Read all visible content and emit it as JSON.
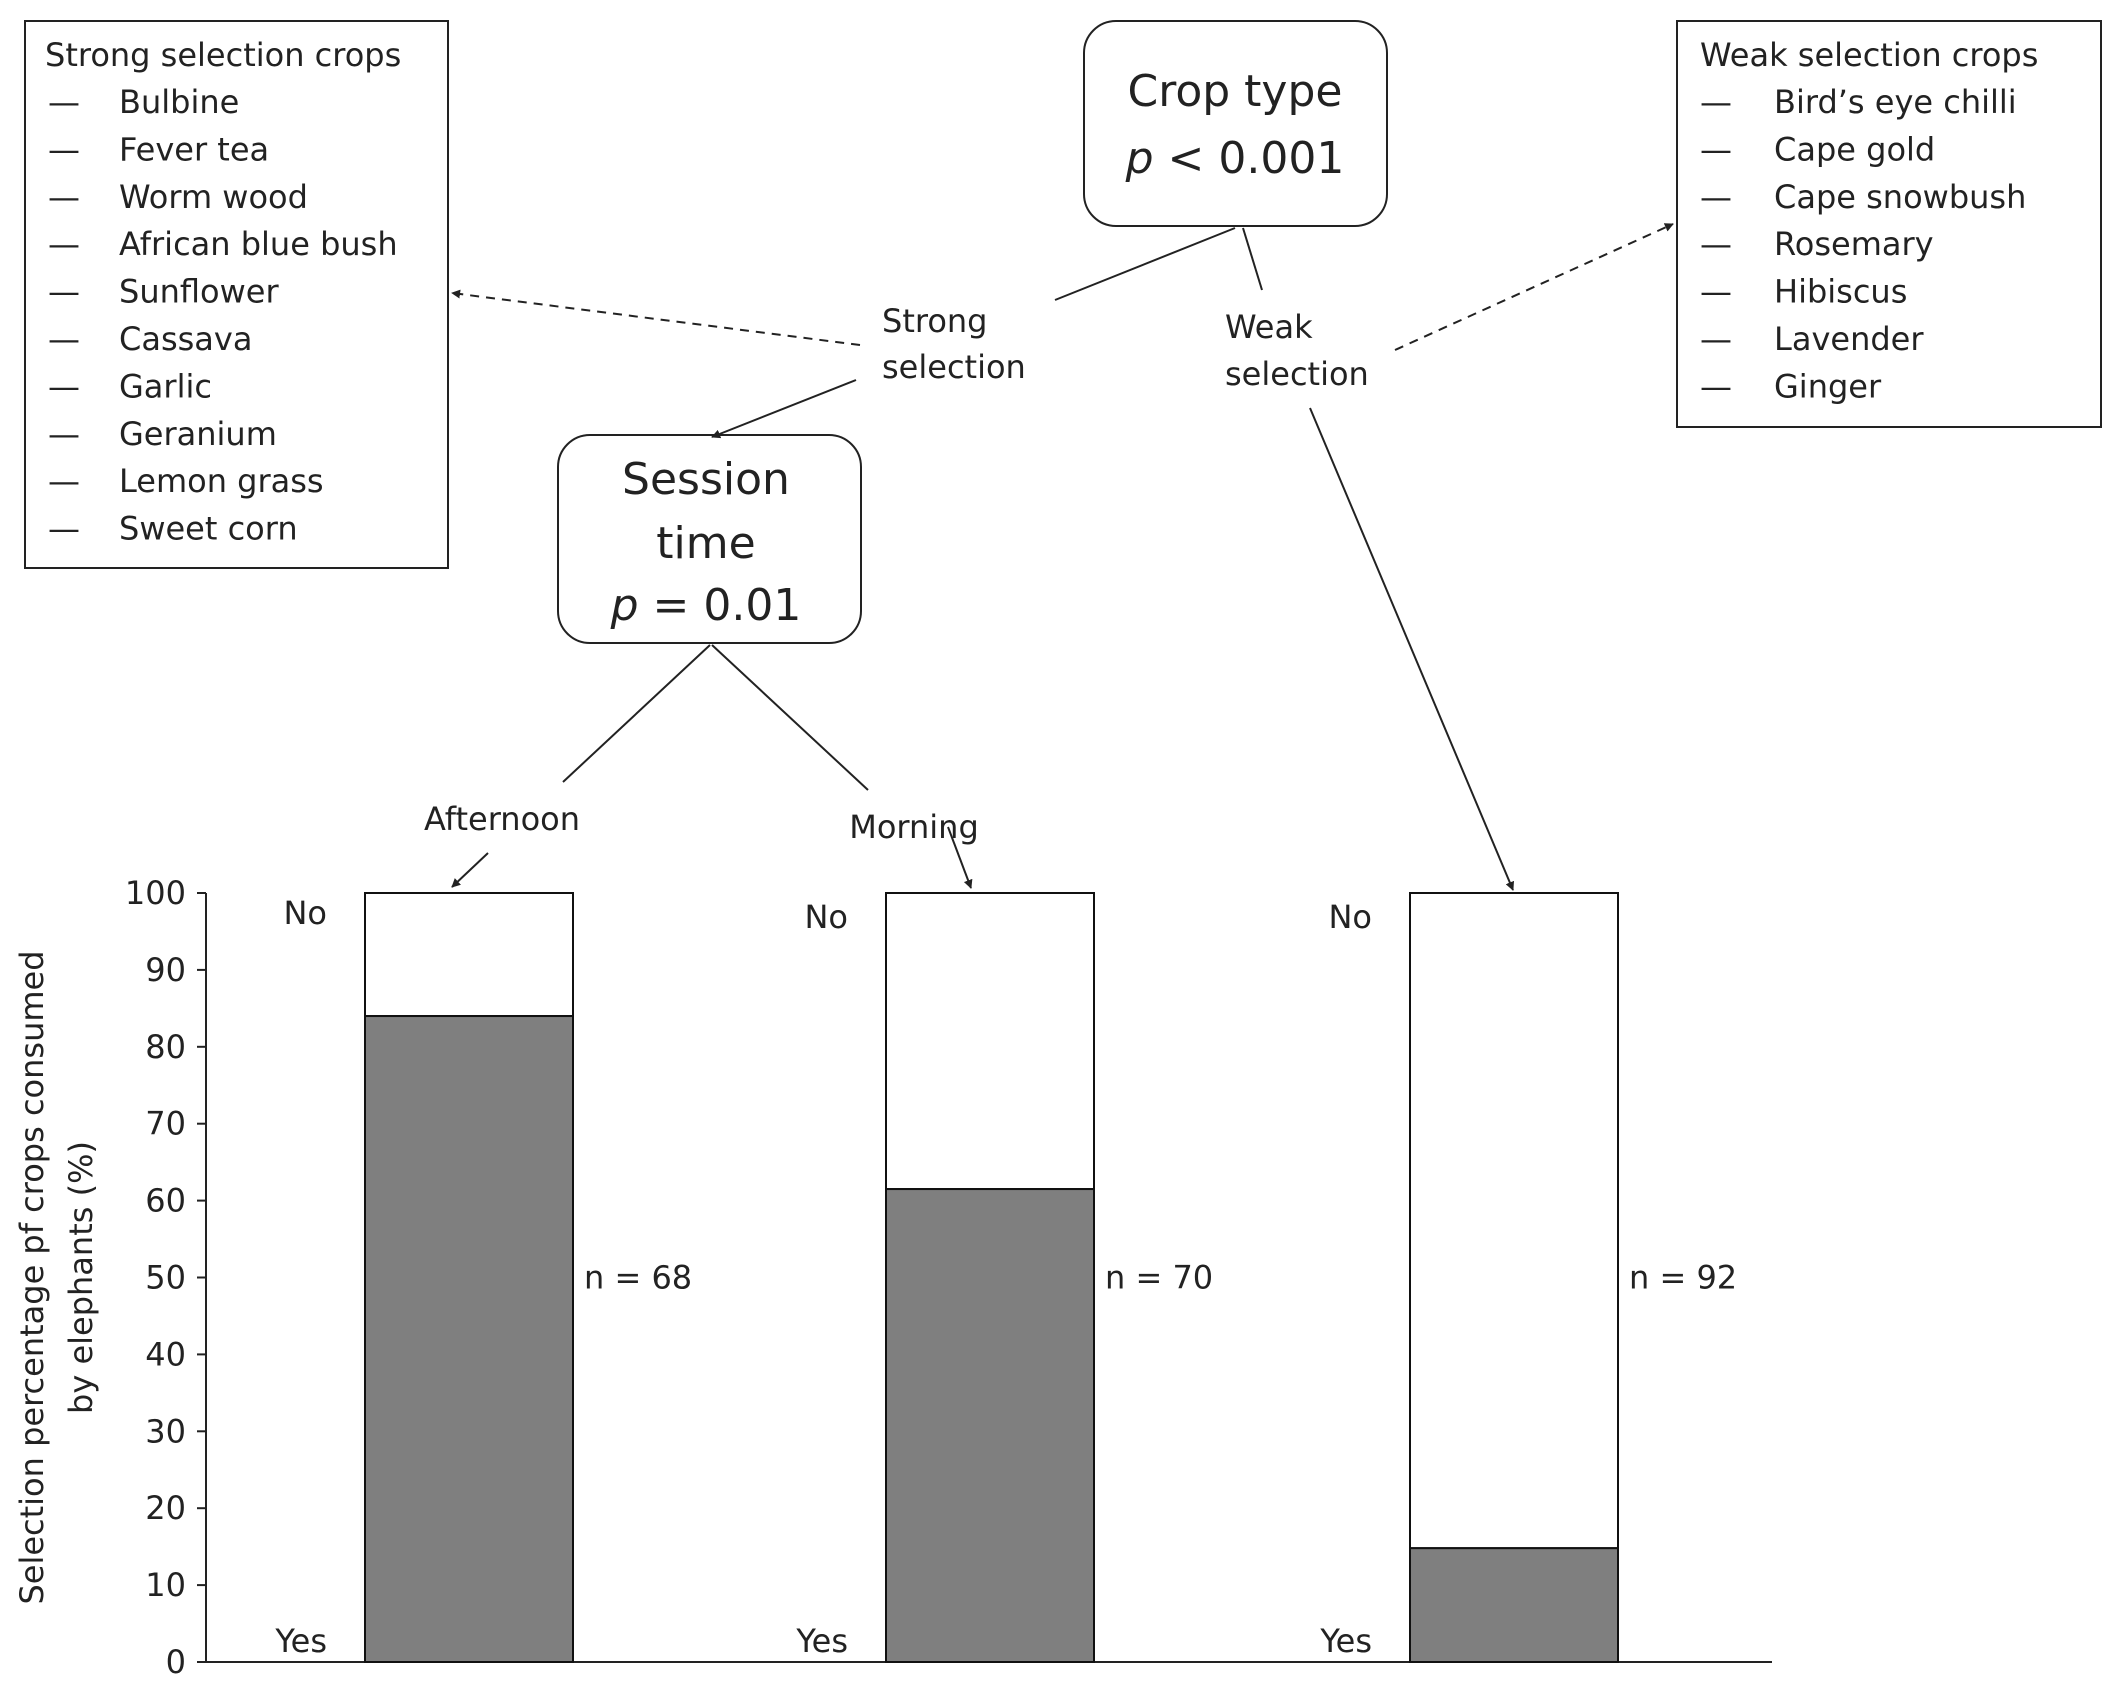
{
  "legends": {
    "strong": {
      "title": "Strong  selection crops",
      "dash": "—",
      "items": [
        "Bulbine",
        "Fever tea",
        "Worm  wood",
        "African blue bush",
        "Sunflower",
        "Cassava",
        "Garlic",
        "Geranium",
        "Lemon grass",
        "Sweet corn"
      ]
    },
    "weak": {
      "title": "Weak selection crops",
      "dash": "—",
      "items": [
        "Bird’s eye chilli",
        "Cape gold",
        "Cape snowbush",
        "Rosemary",
        "Hibiscus",
        "Lavender",
        "Ginger"
      ]
    }
  },
  "tree": {
    "root": {
      "title": "Crop type",
      "p_symbol": "p",
      "p_rest": " < 0.001"
    },
    "session": {
      "title_line1": "Session",
      "title_line2": "time",
      "p_symbol": "p",
      "p_rest": " = 0.01"
    },
    "strong_label": [
      "Strong",
      "selection"
    ],
    "weak_label": [
      "Weak",
      "selection"
    ],
    "afternoon_label": "Afternoon",
    "morning_label": "Morning"
  },
  "chart_data": {
    "type": "bar",
    "stacked": true,
    "categories": [
      "Afternoon",
      "Morning",
      "Weak selection"
    ],
    "series": [
      {
        "name": "Yes",
        "values": [
          84,
          61.5,
          14.8
        ]
      },
      {
        "name": "No",
        "values": [
          16,
          38.5,
          85.2
        ]
      }
    ],
    "n_labels": [
      "n = 68",
      "n = 70",
      "n = 92"
    ],
    "stack_labels": {
      "top": "No",
      "bottom": "Yes"
    },
    "ylabel": [
      "Selection percentage pf crops consumed",
      "by elephants (%)"
    ],
    "ylim": [
      0,
      100
    ],
    "yticks": [
      0,
      10,
      20,
      30,
      40,
      50,
      60,
      70,
      80,
      90,
      100
    ],
    "grid": false,
    "colors": {
      "yes": "#7f7f7f",
      "no": "#ffffff"
    }
  }
}
